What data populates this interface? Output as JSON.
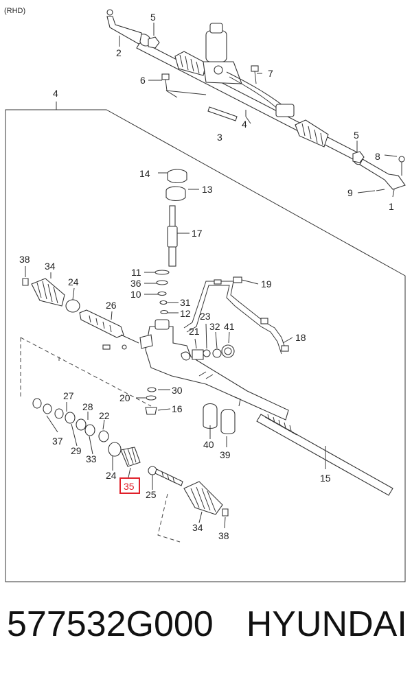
{
  "diagram": {
    "side_label": "(RHD)",
    "highlight_color": "#e0202a",
    "callouts": [
      {
        "id": "c1",
        "text": "1"
      },
      {
        "id": "c2",
        "text": "2"
      },
      {
        "id": "c3",
        "text": "3"
      },
      {
        "id": "c4a",
        "text": "4"
      },
      {
        "id": "c4b",
        "text": "4"
      },
      {
        "id": "c5a",
        "text": "5"
      },
      {
        "id": "c5b",
        "text": "5"
      },
      {
        "id": "c6",
        "text": "6"
      },
      {
        "id": "c7",
        "text": "7"
      },
      {
        "id": "c8",
        "text": "8"
      },
      {
        "id": "c9",
        "text": "9"
      },
      {
        "id": "c10",
        "text": "10"
      },
      {
        "id": "c11",
        "text": "11"
      },
      {
        "id": "c12",
        "text": "12"
      },
      {
        "id": "c13",
        "text": "13"
      },
      {
        "id": "c14",
        "text": "14"
      },
      {
        "id": "c15",
        "text": "15"
      },
      {
        "id": "c16",
        "text": "16"
      },
      {
        "id": "c17",
        "text": "17"
      },
      {
        "id": "c18",
        "text": "18"
      },
      {
        "id": "c19",
        "text": "19"
      },
      {
        "id": "c20",
        "text": "20"
      },
      {
        "id": "c21",
        "text": "21"
      },
      {
        "id": "c22",
        "text": "22"
      },
      {
        "id": "c23",
        "text": "23"
      },
      {
        "id": "c24a",
        "text": "24"
      },
      {
        "id": "c24b",
        "text": "24"
      },
      {
        "id": "c25",
        "text": "25"
      },
      {
        "id": "c26",
        "text": "26"
      },
      {
        "id": "c27",
        "text": "27"
      },
      {
        "id": "c28",
        "text": "28"
      },
      {
        "id": "c29",
        "text": "29"
      },
      {
        "id": "c30",
        "text": "30"
      },
      {
        "id": "c31",
        "text": "31"
      },
      {
        "id": "c32",
        "text": "32"
      },
      {
        "id": "c33",
        "text": "33"
      },
      {
        "id": "c34a",
        "text": "34"
      },
      {
        "id": "c34b",
        "text": "34"
      },
      {
        "id": "c35",
        "text": "35",
        "highlighted": true
      },
      {
        "id": "c36",
        "text": "36"
      },
      {
        "id": "c37",
        "text": "37"
      },
      {
        "id": "c38a",
        "text": "38"
      },
      {
        "id": "c38b",
        "text": "38"
      },
      {
        "id": "c39",
        "text": "39"
      },
      {
        "id": "c40",
        "text": "40"
      },
      {
        "id": "c41",
        "text": "41"
      }
    ]
  },
  "caption": {
    "part_number": "577532G000",
    "brand": "HYUNDAI"
  }
}
